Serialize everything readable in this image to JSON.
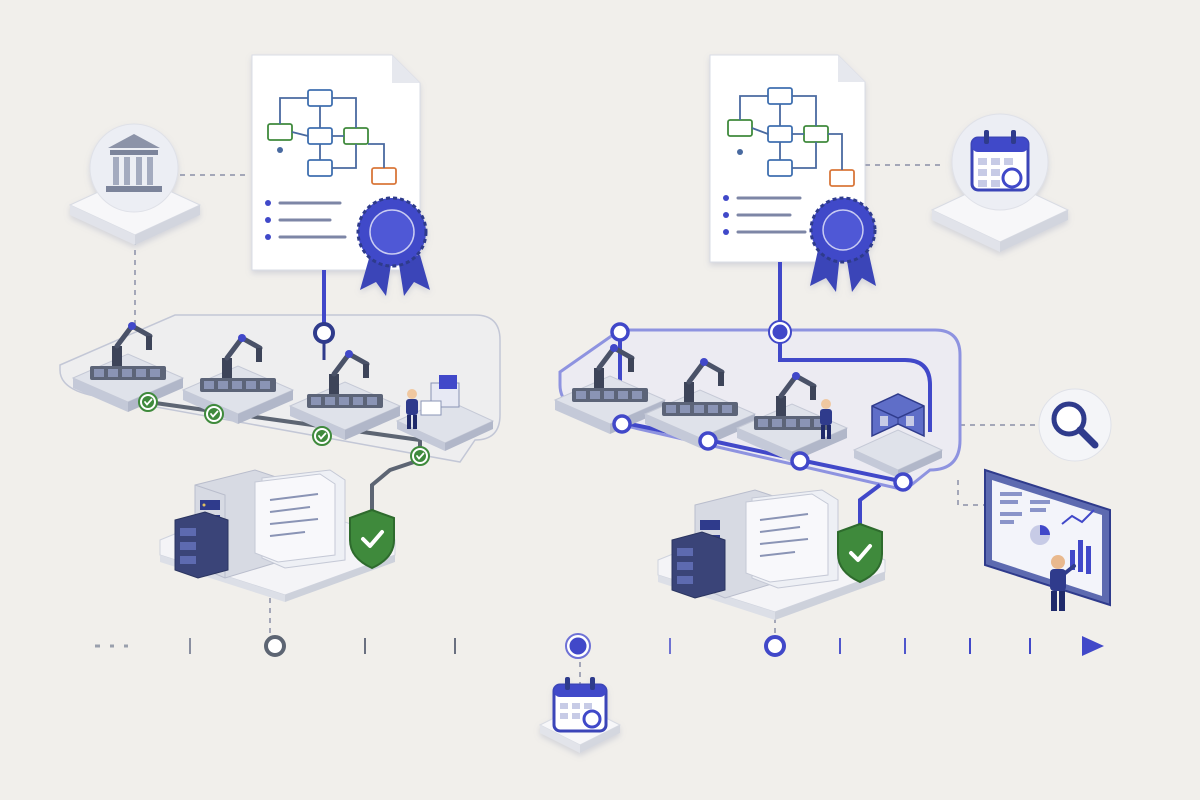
{
  "colors": {
    "background": "#f1efeb",
    "accent_blue": "#4148c9",
    "deep_blue": "#2f3b8c",
    "legacy_gray": "#5d6573",
    "success_green": "#3f8a3c",
    "orange_step": "#d9773a",
    "tile": "#fafafa"
  },
  "icons": [
    "government-building-icon",
    "process-document-icon",
    "certificate-ribbon-icon",
    "calendar-icon",
    "magnifier-icon",
    "analytics-dashboard-icon",
    "factory-building-icon",
    "robot-arm-icon",
    "server-rack-icon",
    "shield-check-icon",
    "worker-icon"
  ],
  "left_cluster": {
    "stations": 4,
    "checks": 4,
    "line_style": "legacy"
  },
  "right_cluster": {
    "stations": 4,
    "nodes": 5,
    "line_style": "active"
  },
  "timeline": {
    "milestones": 3,
    "direction": "right"
  }
}
